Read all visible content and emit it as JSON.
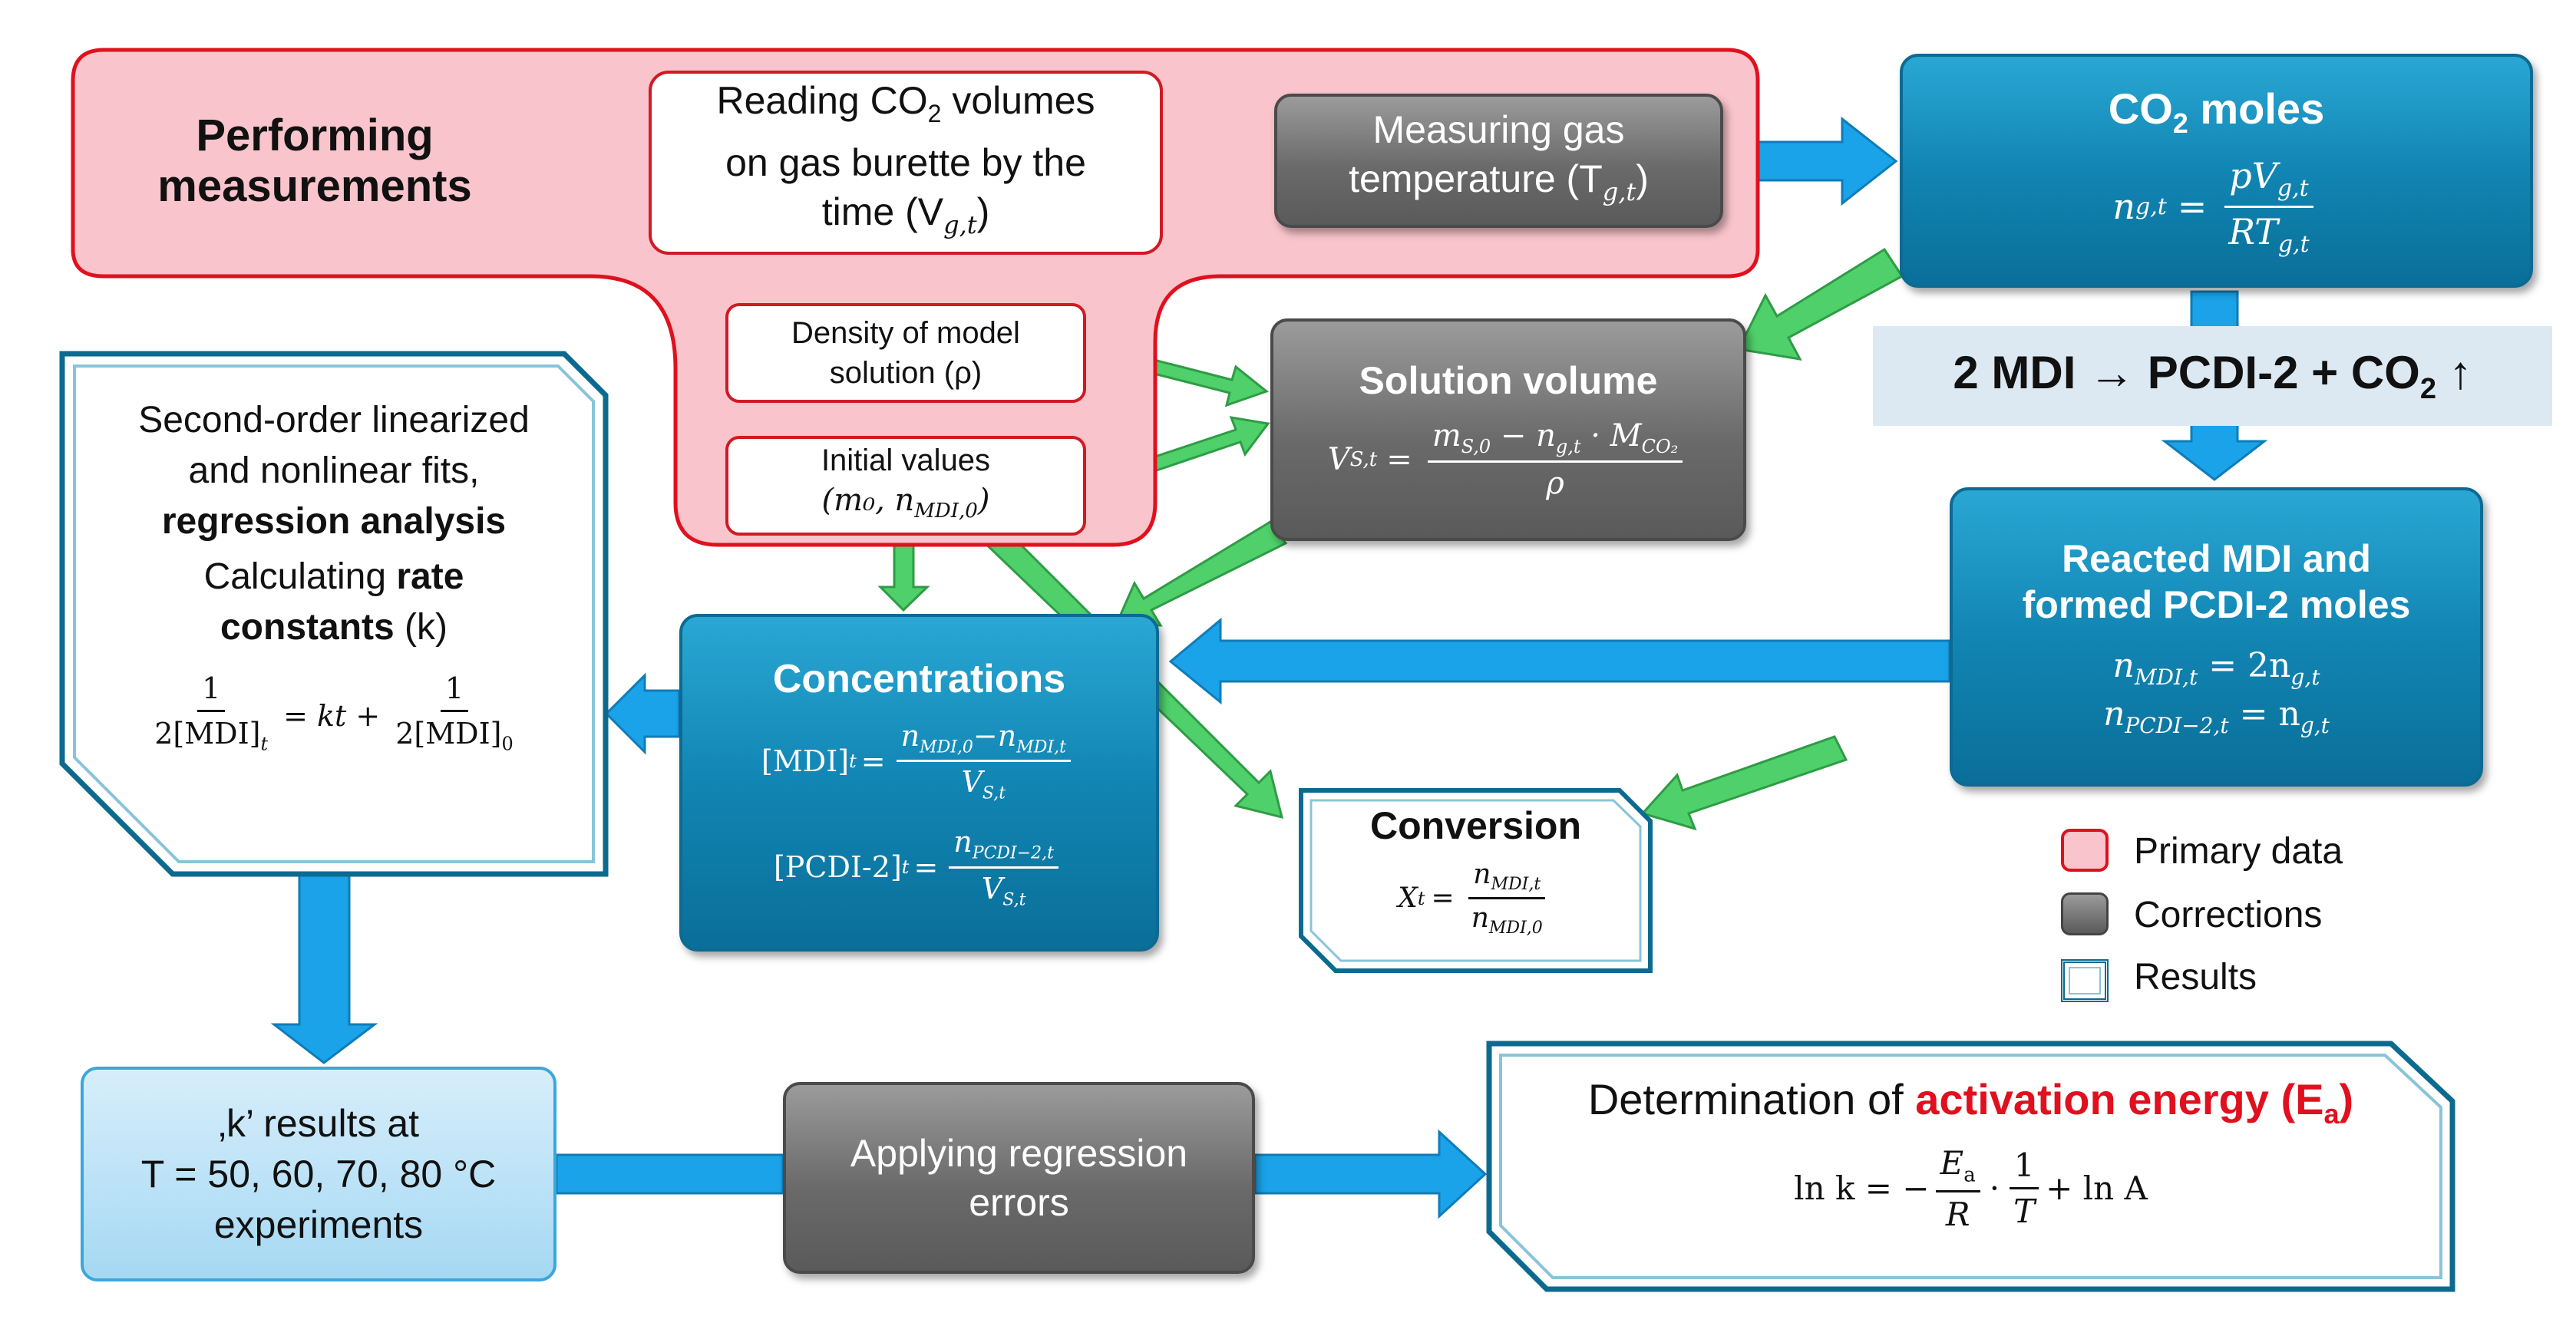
{
  "performing_measurements": "Performing measurements",
  "reading_box": {
    "line1": "Reading CO",
    "sub": "2",
    "line1_end": " volumes",
    "line2": "on gas burette by the",
    "line3": "time (V",
    "var_sub": "g,t",
    "line3_end": ")"
  },
  "measuring_box": {
    "line1": "Measuring gas",
    "line2": "temperature (T",
    "var_sub": "g,t",
    "line2_end": ")"
  },
  "co2_moles": {
    "title": "CO",
    "sub": "2",
    "title_end": " moles",
    "lhs": "n",
    "lhs_sub": "g,t",
    "num": "pV",
    "num_sub": "g,t",
    "den": "RT",
    "den_sub": "g,t"
  },
  "density_box": {
    "line1": "Density of model",
    "line2": "solution (ρ)"
  },
  "initial_box": {
    "line1": "Initial values",
    "line2": "(m₀, n",
    "sub": "MDI,0",
    "line2_end": ")"
  },
  "solution_volume": {
    "title": "Solution volume",
    "lhs": "V",
    "lhs_sub": "S,t",
    "num": "m",
    "num_sub1": "S,0",
    "num_mid": " − n",
    "num_sub2": "g,t",
    "num_end": " · M",
    "num_sub3": "CO₂",
    "den": "ρ"
  },
  "reaction": {
    "text": "2 MDI → PCDI-2 + CO",
    "sub": "2",
    "arrow": "↑"
  },
  "second_order": {
    "line1": "Second-order linearized",
    "line2": "and nonlinear fits,",
    "line3": "regression analysis",
    "line4": "Calculating ",
    "line4_bold": "rate",
    "line5_bold": "constants",
    "line5": " (k)",
    "eq_num1": "1",
    "eq_den1": "2[MDI]",
    "eq_den1_sub": "t",
    "eq_mid": "= kt +",
    "eq_num2": "1",
    "eq_den2": "2[MDI]",
    "eq_den2_sub": "0"
  },
  "concentrations": {
    "title": "Concentrations",
    "l1": "[MDI]",
    "l1_sub": "t",
    "l1_num": "n",
    "l1_num_sub1": "MDI,0",
    "l1_num_mid": "−n",
    "l1_num_sub2": "MDI,t",
    "l1_den": "V",
    "l1_den_sub": "S,t",
    "l2": "[PCDI-2]",
    "l2_sub": "t",
    "l2_num": "n",
    "l2_num_sub": "PCDI−2,t",
    "l2_den": "V",
    "l2_den_sub": "S,t"
  },
  "reacted": {
    "title1": "Reacted MDI and",
    "title2": "formed PCDI-2 moles",
    "e1_lhs": "n",
    "e1_lhs_sub": "MDI,t",
    "e1_rhs": "= 2n",
    "e1_rhs_sub": "g,t",
    "e2_lhs": "n",
    "e2_lhs_sub": "PCDI−2,t",
    "e2_rhs": "= n",
    "e2_rhs_sub": "g,t"
  },
  "conversion": {
    "title": "Conversion",
    "lhs": "X",
    "lhs_sub": "t",
    "num": "n",
    "num_sub": "MDI,t",
    "den": "n",
    "den_sub": "MDI,0"
  },
  "legend": {
    "primary": "Primary data",
    "corrections": "Corrections",
    "results": "Results"
  },
  "k_results": {
    "line1": "‚k’ results at",
    "line2": "T = 50, 60, 70, 80 °C",
    "line3": "experiments"
  },
  "applying": {
    "line1": "Applying regression",
    "line2": "errors"
  },
  "activation": {
    "prefix": "Determination of ",
    "red": "activation energy (E",
    "red_sub": "a",
    "red_end": ")",
    "eq_lhs": "ln k = −",
    "eq_num": "E",
    "eq_num_sub": "a",
    "eq_den": "R",
    "eq_num2": "1",
    "eq_den2": "T",
    "eq_end": "+ ln A"
  },
  "colors": {
    "red": "#e0101e",
    "blue": "#1185b3",
    "arrow_blue": "#1aa3e8",
    "arrow_green": "#4fd06a"
  }
}
